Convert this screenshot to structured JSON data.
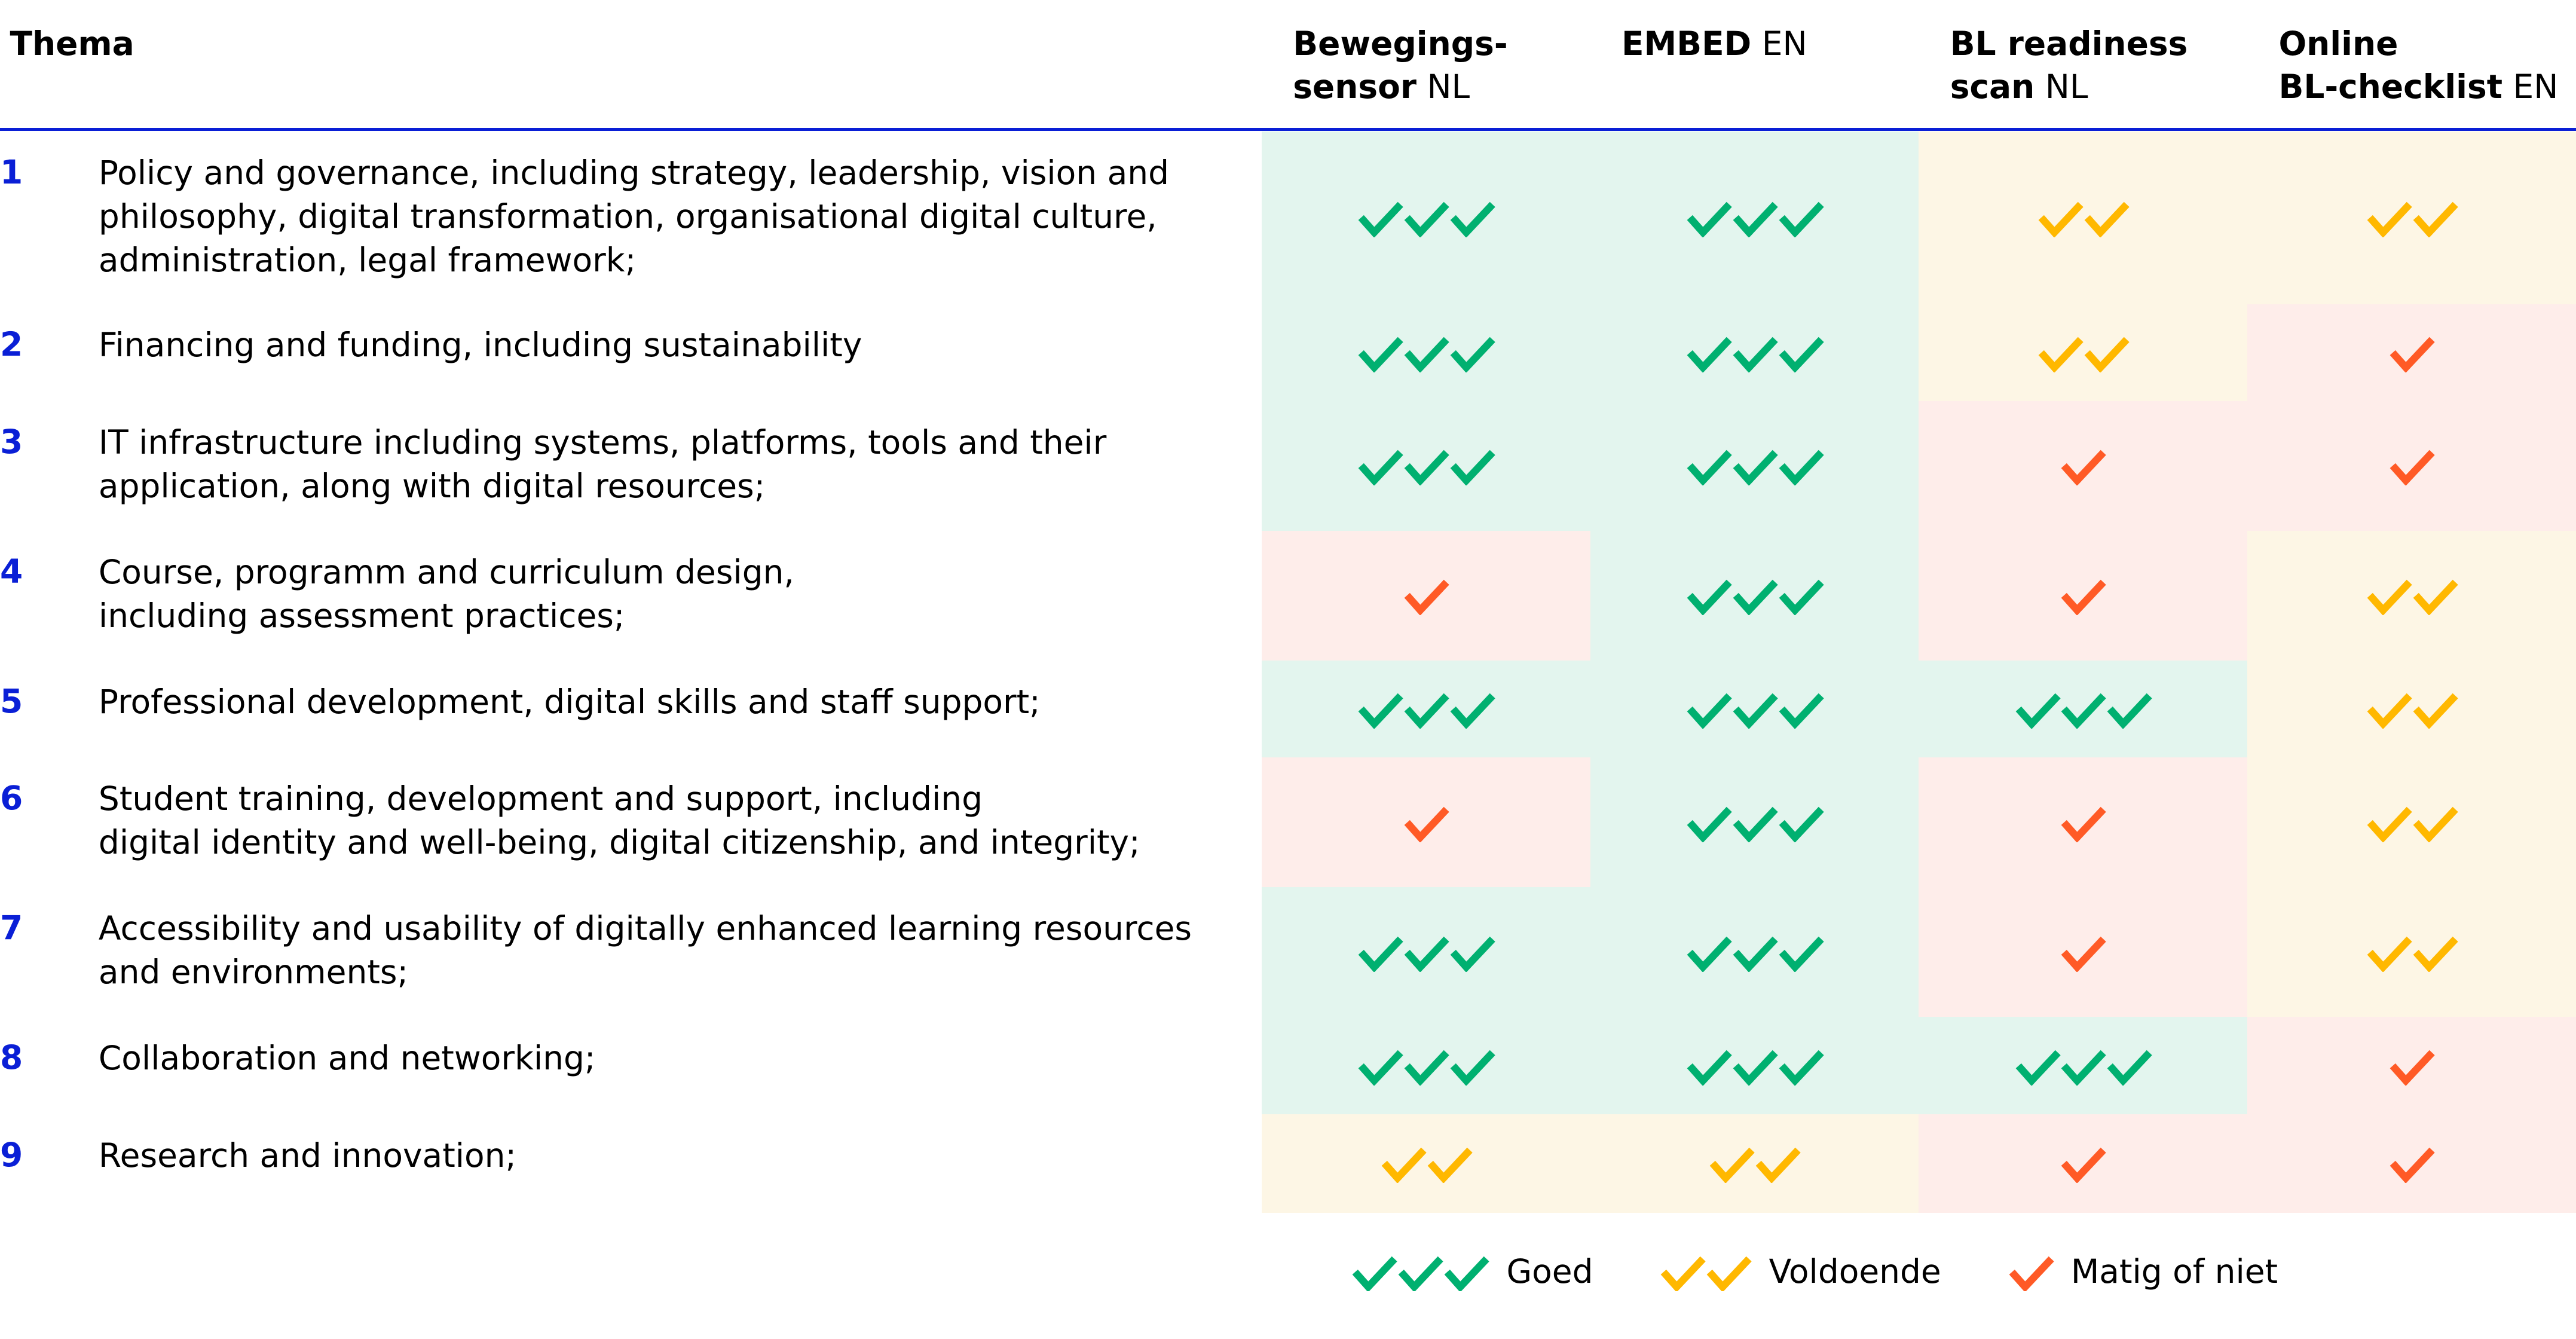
{
  "header": {
    "theme": "Thema",
    "columns": [
      {
        "bold": "Bewegings-\nsensor",
        "light": "NL"
      },
      {
        "bold": "EMBED",
        "light": "EN"
      },
      {
        "bold": "BL readiness\nscan",
        "light": "NL"
      },
      {
        "bold": "Online\nBL-checklist",
        "light": "EN"
      }
    ]
  },
  "colors": {
    "good": "#00b070",
    "sufficient": "#ffb800",
    "poor": "#ff5a26",
    "accent": "#0a1fd6"
  },
  "rows": [
    {
      "num": "1",
      "text": "Policy and governance, including strategy, leadership, vision and\nphilosophy, digital transformation, organisational digital culture,\nadministration, legal framework;",
      "ratings": [
        3,
        3,
        2,
        2
      ]
    },
    {
      "num": "2",
      "text": "Financing and funding, including sustainability",
      "ratings": [
        3,
        3,
        2,
        1
      ]
    },
    {
      "num": "3",
      "text": "IT infrastructure including systems, platforms, tools and their\napplication, along with digital resources;",
      "ratings": [
        3,
        3,
        1,
        1
      ]
    },
    {
      "num": "4",
      "text": "Course, programm and curriculum design,\nincluding assessment practices;",
      "ratings": [
        1,
        3,
        1,
        2
      ]
    },
    {
      "num": "5",
      "text": "Professional development, digital skills and staff support;",
      "ratings": [
        3,
        3,
        3,
        2
      ]
    },
    {
      "num": "6",
      "text": "Student training, development and support, including\ndigital identity and well-being, digital citizenship, and integrity;",
      "ratings": [
        1,
        3,
        1,
        2
      ]
    },
    {
      "num": "7",
      "text": "Accessibility and usability of digitally enhanced learning resources\nand environments;",
      "ratings": [
        3,
        3,
        1,
        2
      ]
    },
    {
      "num": "8",
      "text": "Collaboration and networking;",
      "ratings": [
        3,
        3,
        3,
        1
      ]
    },
    {
      "num": "9",
      "text": "Research and innovation;",
      "ratings": [
        2,
        2,
        1,
        1
      ]
    }
  ],
  "legend": [
    {
      "label": "Goed",
      "rating": 3
    },
    {
      "label": "Voldoende",
      "rating": 2
    },
    {
      "label": "Matig of niet",
      "rating": 1
    }
  ]
}
